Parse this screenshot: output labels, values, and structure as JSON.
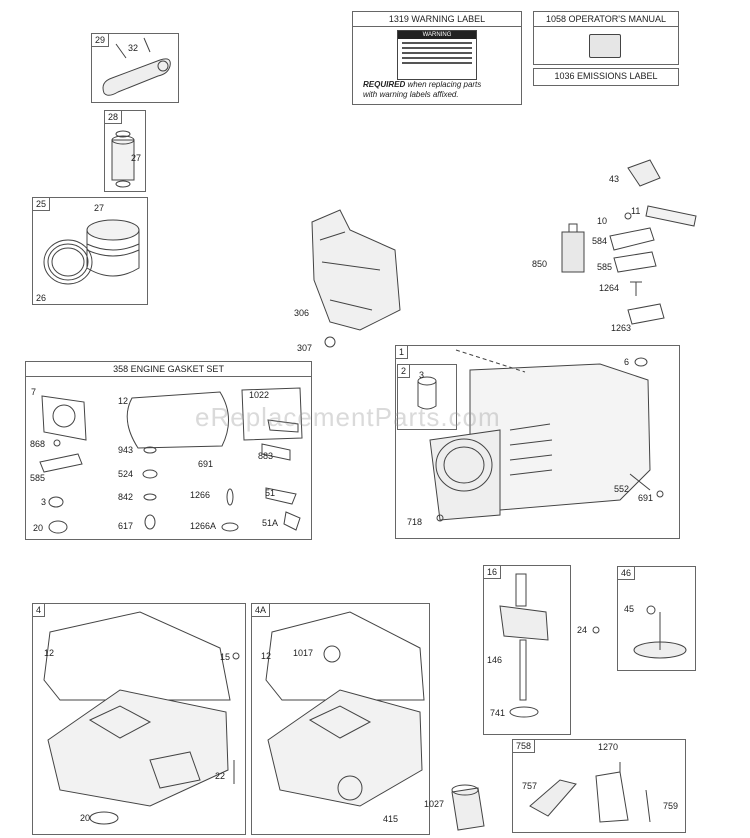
{
  "header_boxes": {
    "warning_label": "1319 WARNING LABEL",
    "warning_note_bold": "REQUIRED",
    "warning_note_rest": " when replacing parts",
    "warning_note_line2": "with warning labels affixed.",
    "operators_manual": "1058 OPERATOR'S MANUAL",
    "emissions_label": "1036 EMISSIONS LABEL",
    "warning_sticker": "WARNING"
  },
  "gasket_set_title": "358 ENGINE GASKET SET",
  "watermark": "eReplacementParts.com",
  "box_tags": {
    "b29": "29",
    "b28": "28",
    "b25": "25",
    "b1": "1",
    "b2": "2",
    "b4": "4",
    "b4a": "4A",
    "b16": "16",
    "b46": "46",
    "b758": "758"
  },
  "labels": {
    "l32": "32",
    "l27a": "27",
    "l27b": "27",
    "l26": "26",
    "l306": "306",
    "l307": "307",
    "l43": "43",
    "l11": "11",
    "l10": "10",
    "l584": "584",
    "l850": "850",
    "l585r": "585",
    "l1264": "1264",
    "l1263": "1263",
    "g7": "7",
    "g12": "12",
    "g1022": "1022",
    "g868": "868",
    "g943": "943",
    "g691": "691",
    "g883": "883",
    "g585": "585",
    "g524": "524",
    "g3": "3",
    "g842": "842",
    "g1266": "1266",
    "g51": "51",
    "g20": "20",
    "g617": "617",
    "g1266a": "1266A",
    "g51a": "51A",
    "c3": "3",
    "c6": "6",
    "c552": "552",
    "c691": "691",
    "c718": "718",
    "s12": "12",
    "s15": "15",
    "s22": "22",
    "s20": "20",
    "a12": "12",
    "a1017": "1017",
    "a415": "415",
    "a1027": "1027",
    "k146": "146",
    "k741": "741",
    "k24": "24",
    "k45": "45",
    "m1270": "1270",
    "m757": "757",
    "m759": "759"
  }
}
